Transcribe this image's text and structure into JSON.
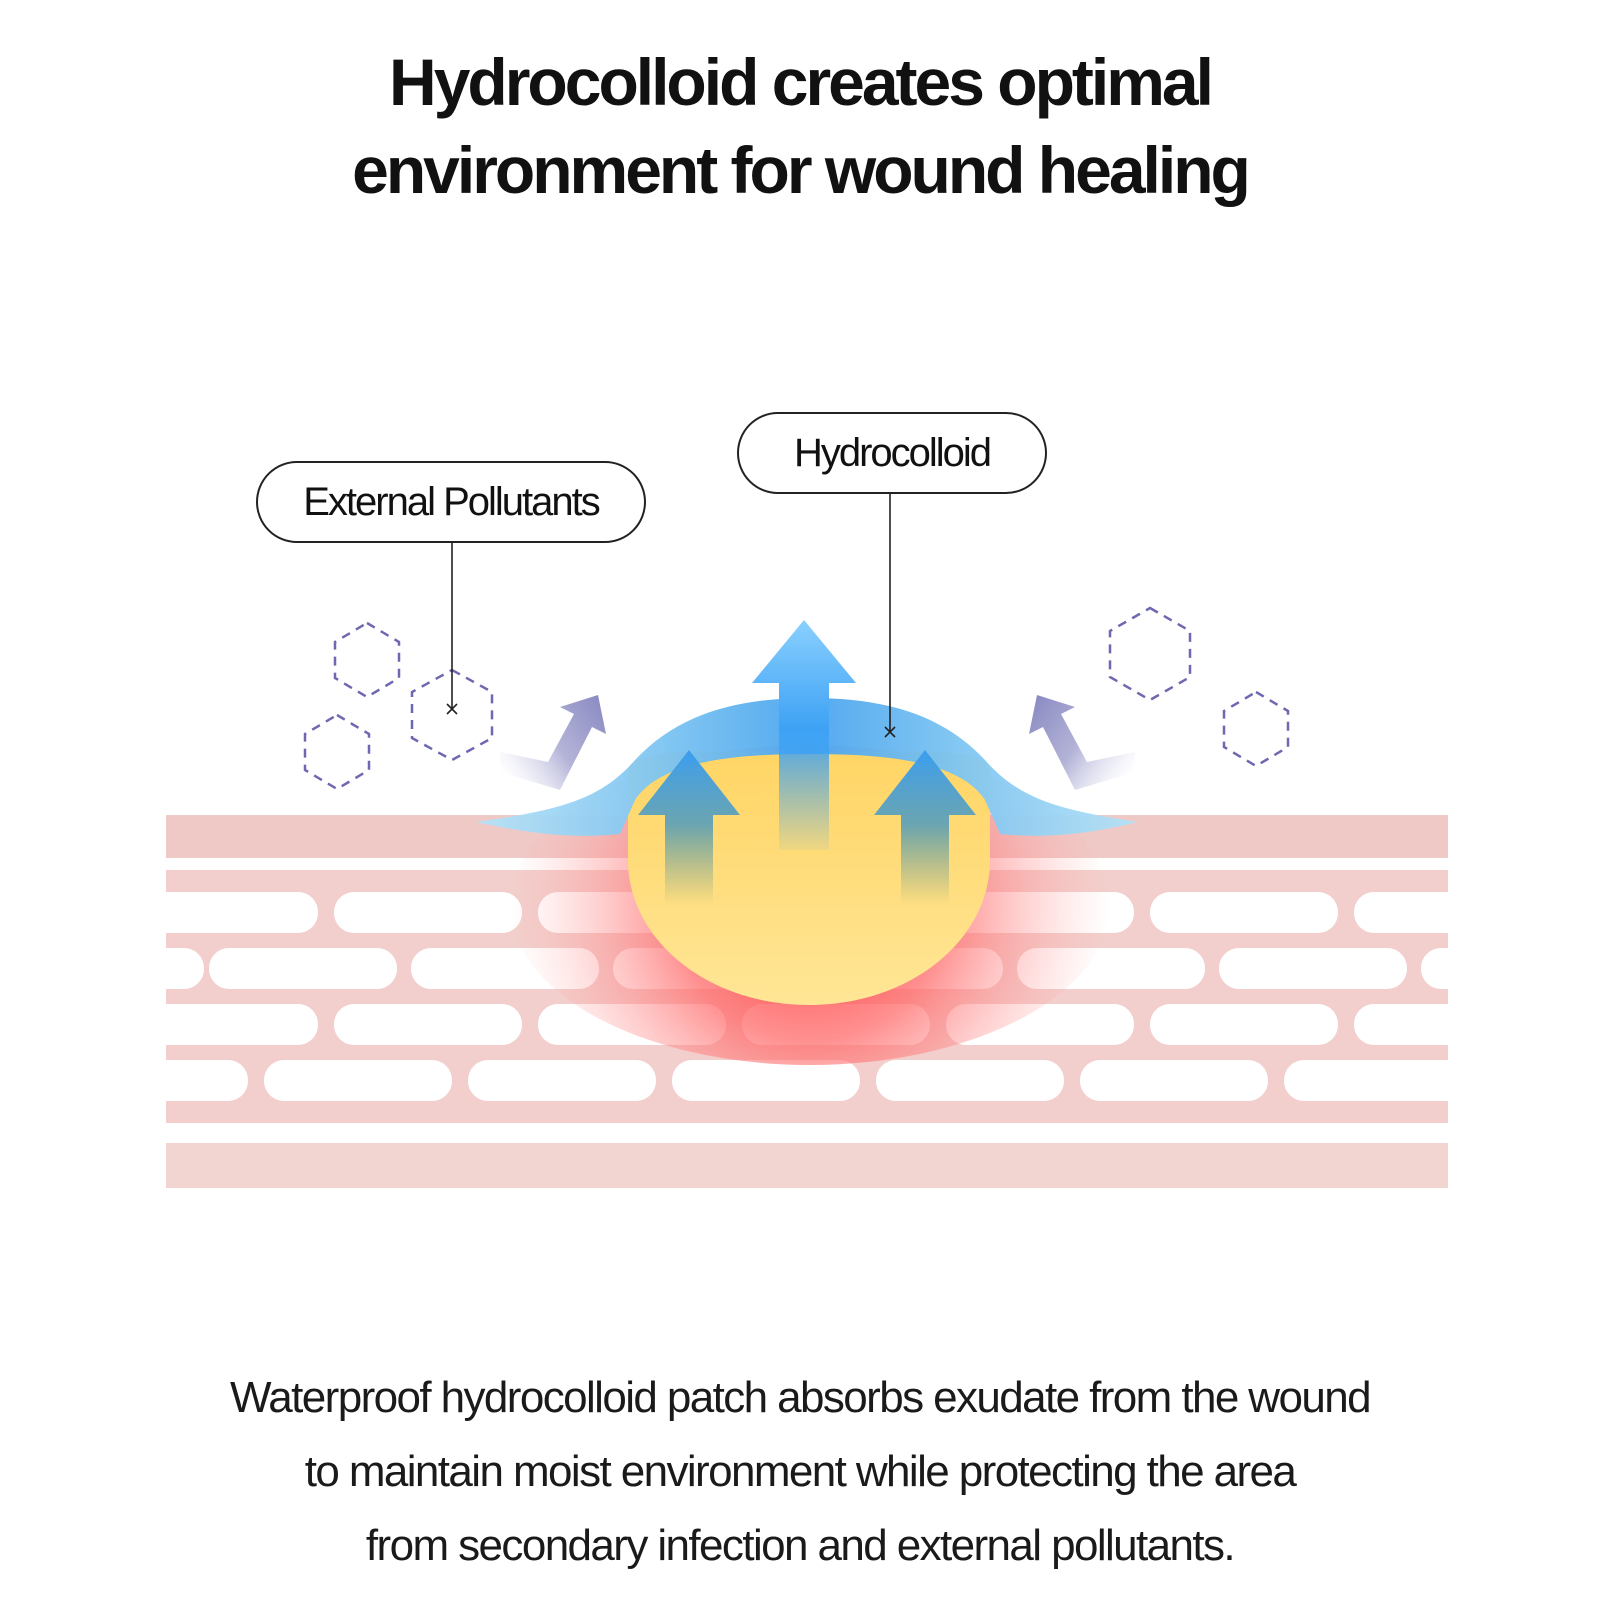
{
  "title": {
    "line1": "Hydrocolloid creates optimal",
    "line2": "environment for wound healing"
  },
  "labels": {
    "external_pollutants": "External Pollutants",
    "hydrocolloid": "Hydrocolloid"
  },
  "caption": {
    "line1": "Waterproof hydrocolloid patch absorbs exudate from the wound",
    "line2": "to maintain moist environment while protecting the area",
    "line3": "from secondary infection and external pollutants."
  },
  "colors": {
    "skin_band": "#efc9c6",
    "skin_cell": "#ffffff",
    "hydrocolloid_blue": "#4aa8f0",
    "hydrocolloid_light": "#a8dcf5",
    "wound_yellow": "#fed36a",
    "inflammation_red": "#ff5a5a",
    "pollutant_purple": "#6e68b0"
  }
}
